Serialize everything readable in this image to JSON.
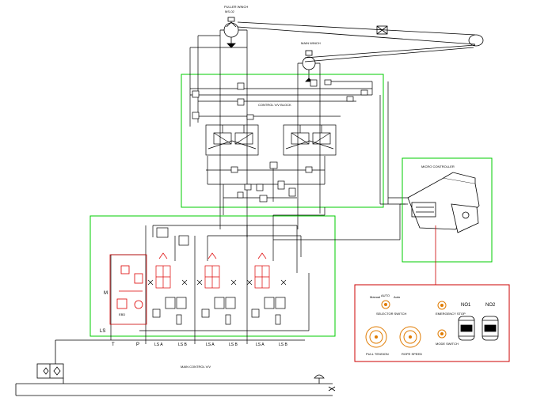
{
  "labels": {
    "puller_winch": "PULLER WINCH",
    "puller_winch_code": "MS-02",
    "main_winch": "MAIN WINCH",
    "control_block": "CONTROL V/V BLOCK",
    "main_control": "MAIN CONTROL V/V",
    "micro_controller": "MICRO CONTROLLER",
    "m": "M",
    "ls_left": "LS",
    "t": "T",
    "p": "P",
    "ebd": "EBD",
    "ports": [
      "LS A",
      "LS B",
      "LS A",
      "LS B",
      "LS A",
      "LS B"
    ],
    "panel_knob_left": "Manual",
    "panel_knob_mid": "AUTO",
    "panel_knob_right": "Auto",
    "panel_selector": "SELECTOR SWITCH",
    "panel_emergency": "EMERGENCY STOP",
    "panel_pull_tension": "PULL TENSION",
    "panel_rope_speed": "ROPE SPEED",
    "panel_mode": "MODE SWITCH",
    "no1": "NO1",
    "no2": "NO2"
  },
  "colors": {
    "line": "#000000",
    "zone_green": "#00cc00",
    "zone_red": "#cc0000",
    "component_red": "#dd0000",
    "orange": "#e07b00"
  }
}
